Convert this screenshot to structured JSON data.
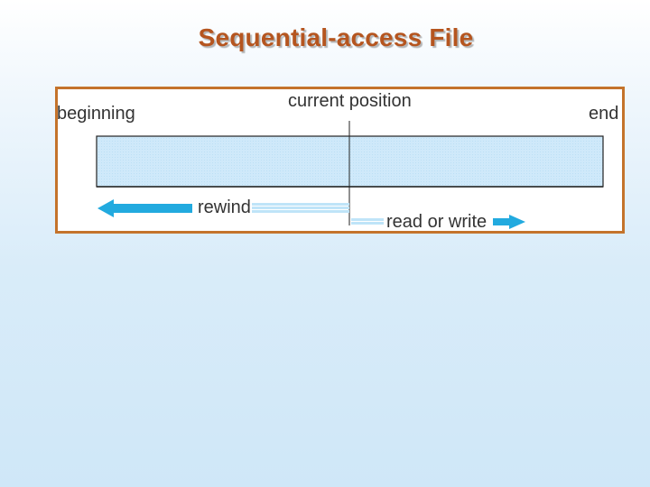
{
  "slide": {
    "title": "Sequential-access File"
  },
  "diagram": {
    "labels": {
      "beginning": "beginning",
      "current_position": "current position",
      "end": "end",
      "rewind": "rewind",
      "read_or_write": "read or write"
    },
    "colors": {
      "frame_border": "#c4732b",
      "file_fill": "#cfe9fa",
      "arrow_fill": "#22aadf",
      "title": "#b5551f"
    }
  }
}
